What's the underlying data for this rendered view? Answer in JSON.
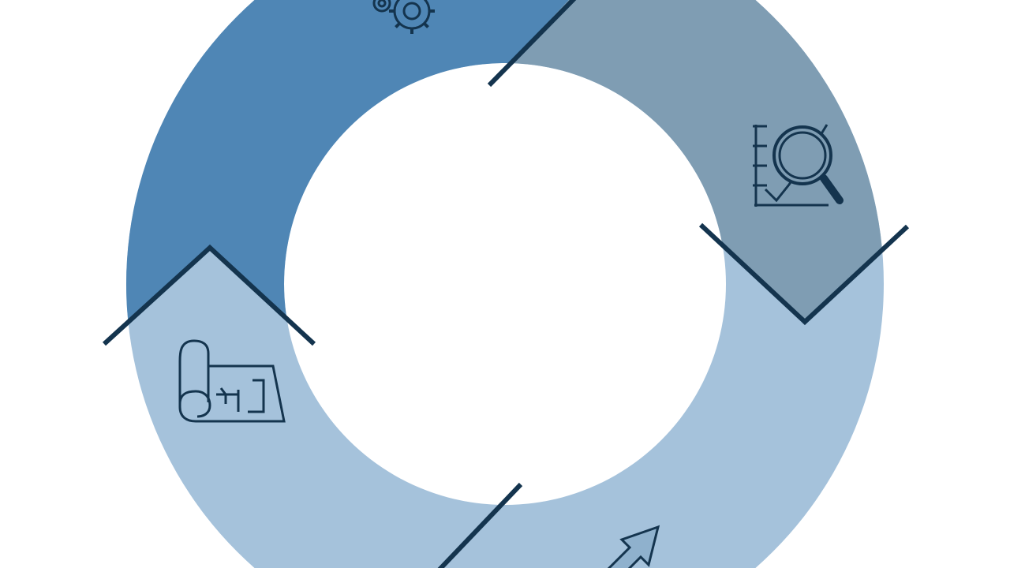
{
  "diagram": {
    "type": "cycle",
    "colors": {
      "background": "#ffffff",
      "segment_dark": "#4f86b5",
      "segment_gray": "#7f9db3",
      "segment_light": "#a5c2db",
      "stroke": "#14344e",
      "arrow_fill": "#8fb1cd"
    },
    "segments": [
      {
        "id": "top-left",
        "icon": "gears-icon",
        "color": "segment_dark"
      },
      {
        "id": "top-right",
        "icon": "magnifier-chart-icon",
        "color": "segment_gray"
      },
      {
        "id": "bottom",
        "icon": "growth-arrow-icon",
        "color": "segment_light"
      },
      {
        "id": "left",
        "icon": "blueprint-icon",
        "color": "segment_light"
      }
    ]
  }
}
